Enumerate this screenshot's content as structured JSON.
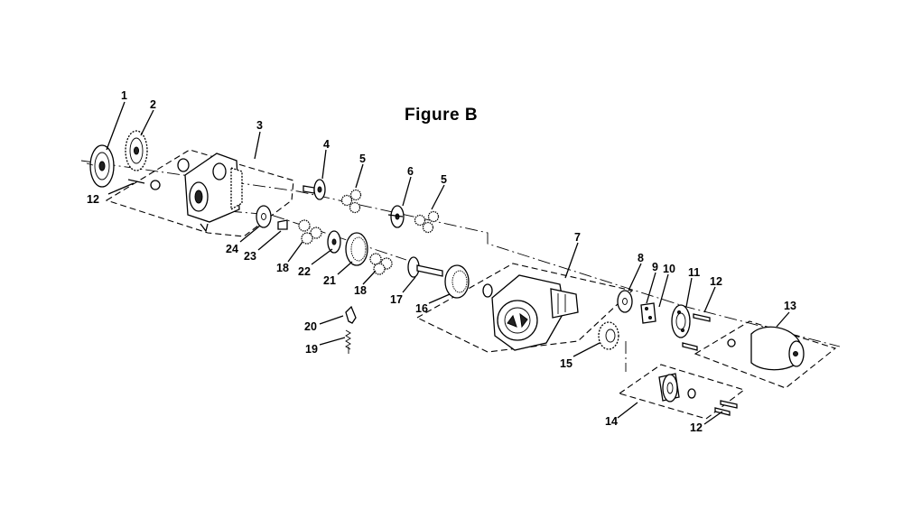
{
  "figure": {
    "title": "Figure B"
  },
  "callouts": [
    {
      "id": "c1",
      "text": "1"
    },
    {
      "id": "c2",
      "text": "2"
    },
    {
      "id": "c12a",
      "text": "12"
    },
    {
      "id": "c3",
      "text": "3"
    },
    {
      "id": "c4",
      "text": "4"
    },
    {
      "id": "c5a",
      "text": "5"
    },
    {
      "id": "c6",
      "text": "6"
    },
    {
      "id": "c5b",
      "text": "5"
    },
    {
      "id": "c24",
      "text": "24"
    },
    {
      "id": "c23",
      "text": "23"
    },
    {
      "id": "c18a",
      "text": "18"
    },
    {
      "id": "c22",
      "text": "22"
    },
    {
      "id": "c21",
      "text": "21"
    },
    {
      "id": "c18b",
      "text": "18"
    },
    {
      "id": "c17",
      "text": "17"
    },
    {
      "id": "c16",
      "text": "16"
    },
    {
      "id": "c7",
      "text": "7"
    },
    {
      "id": "c8",
      "text": "8"
    },
    {
      "id": "c9",
      "text": "9"
    },
    {
      "id": "c10",
      "text": "10"
    },
    {
      "id": "c11",
      "text": "11"
    },
    {
      "id": "c12b",
      "text": "12"
    },
    {
      "id": "c13",
      "text": "13"
    },
    {
      "id": "c15",
      "text": "15"
    },
    {
      "id": "c20",
      "text": "20"
    },
    {
      "id": "c19",
      "text": "19"
    },
    {
      "id": "c14",
      "text": "14"
    },
    {
      "id": "c12c",
      "text": "12"
    }
  ]
}
